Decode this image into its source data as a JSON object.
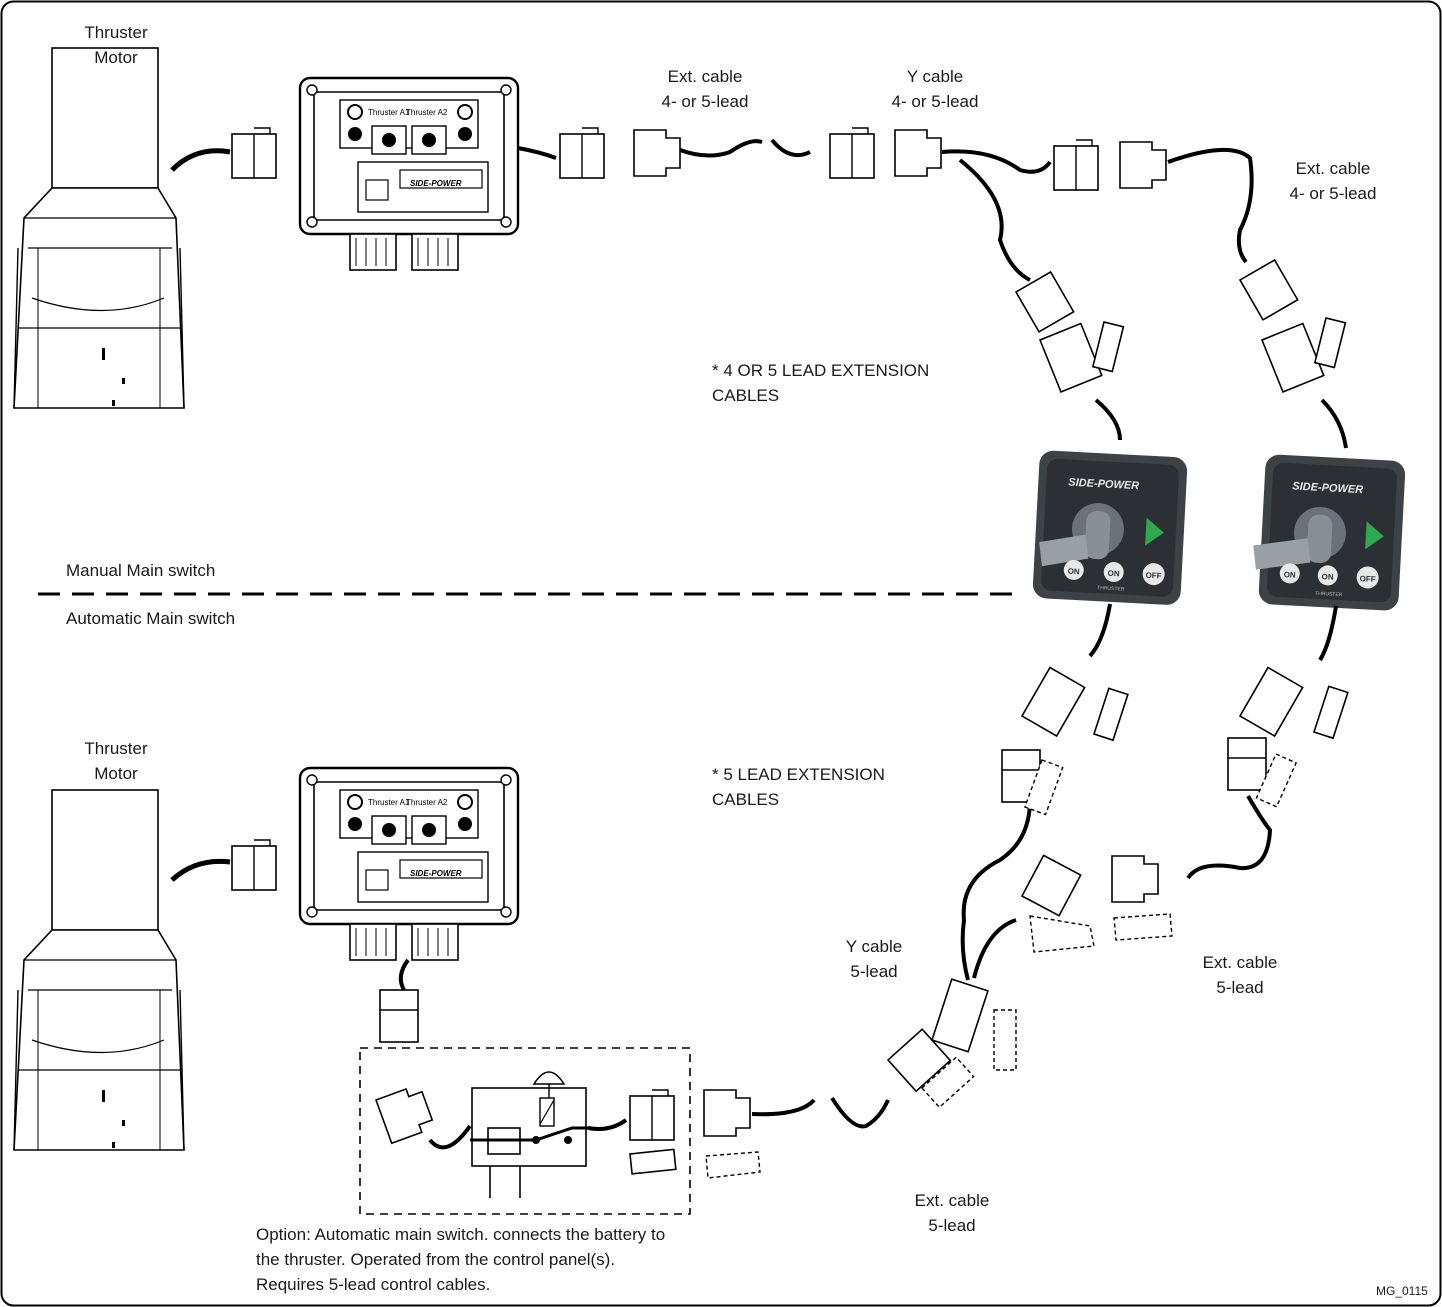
{
  "labels": {
    "top_motor": [
      "Thruster",
      "Motor"
    ],
    "bottom_motor": [
      "Thruster",
      "Motor"
    ],
    "ext_cable_top_1": [
      "Ext. cable",
      "4- or 5-lead"
    ],
    "y_cable_top": [
      "Y cable",
      "4- or 5-lead"
    ],
    "ext_cable_top_2": [
      "Ext. cable",
      "4- or 5-lead"
    ],
    "note_4_5": [
      "* 4 OR 5 LEAD EXTENSION",
      "CABLES"
    ],
    "note_5": [
      "* 5 LEAD EXTENSION",
      "CABLES"
    ],
    "manual_switch": "Manual Main switch",
    "automatic_switch": "Automatic Main switch",
    "y_cable_bottom": [
      "Y cable",
      "5-lead"
    ],
    "ext_cable_bottom_right": [
      "Ext. cable",
      "5-lead"
    ],
    "ext_cable_bottom": [
      "Ext. cable",
      "5-lead"
    ],
    "option_note": [
      "Option: Automatic main switch. connects the battery to",
      "the thruster. Operated from the control panel(s).",
      "Requires 5-lead control cables."
    ],
    "drawing_code": "MG_0115"
  },
  "device_text": {
    "relay_a1": "Thruster A1",
    "relay_a2": "Thruster A2",
    "relay_brand": "SIDE-POWER",
    "panel_brand": "SIDE-POWER",
    "btn_on_1": "ON",
    "btn_on_2": "ON",
    "btn_off": "OFF",
    "panel_sub": "THRUSTER"
  },
  "colors": {
    "panel_body": "#3d4247",
    "panel_face": "#2c3035",
    "joystick": "#8a8f94",
    "arrow_green": "#2fa84f",
    "button_face": "#e8e8e8",
    "cable": "#000000"
  }
}
